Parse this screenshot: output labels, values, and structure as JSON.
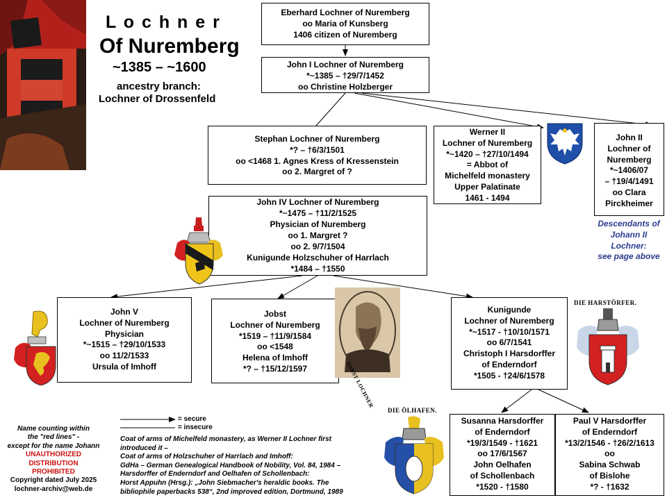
{
  "header": {
    "title_line1": "L o c h n e r",
    "title_line2": "Of  Nuremberg",
    "years": "~1385 – ~1600",
    "branch_line1": "ancestry branch:",
    "branch_line2": "Lochner of Drossenfeld"
  },
  "persons": {
    "eberhard": [
      "Eberhard Lochner of Nuremberg",
      "oo Maria of Kunsberg",
      "1406 citizen of Nuremberg"
    ],
    "john1": [
      "John I Lochner of Nuremberg",
      "*~1385 – †29/7/1452",
      "oo Christine Holzberger"
    ],
    "stephan": [
      "Stephan Lochner of Nuremberg",
      "*? – †6/3/1501",
      "oo  <1468   1. Agnes Kress  of Kressenstein",
      "oo               2. Margret of ?"
    ],
    "werner": [
      "Werner II",
      "Lochner of Nuremberg",
      "*~1420 – †27/10/1494",
      "= Abbot  of",
      "Michelfeld monastery",
      "Upper Palatinate",
      "1461 - 1494"
    ],
    "john2": [
      "John II",
      "Lochner of",
      "Nuremberg",
      "*~1406/07",
      "– †19/4/1491",
      "oo Clara",
      "Pirckheimer"
    ],
    "john4": [
      "John IV Lochner of Nuremberg",
      "*~1475 – †11/2/1525",
      "Physician of Nuremberg",
      "oo 1. Margret ?",
      "oo 2.   9/7/1504",
      "Kunigunde Holzschuher of Harrlach",
      "*1484  – †1550"
    ],
    "john5": [
      "John V",
      "Lochner of Nuremberg",
      "Physician",
      "*~1515 – †29/10/1533",
      "oo 11/2/1533",
      "Ursula of Imhoff"
    ],
    "jobst": [
      "Jobst",
      "Lochner of Nuremberg",
      "*1519 – †11/9/1584",
      "oo <1548",
      "Helena of Imhoff",
      "*? – †15/12/1597"
    ],
    "kunigunde": [
      "Kunigunde",
      "Lochner of Nuremberg",
      "*~1517 - †10/10/1571",
      "oo 6/7/1541",
      "Christoph  I Harsdorffer",
      "of Enderndorf",
      "*1505 - †24/6/1578"
    ],
    "susanna": [
      "Susanna Harsdorffer",
      "of Enderndorf",
      "*19/3/1549 - †1621",
      "oo 17/6/1567",
      "John Oelhafen",
      "of Schollenbach",
      "*1520 - †1580"
    ],
    "paul": [
      "Paul V Harsdorffer",
      "of Enderndorf",
      "*13/2/1546 - †26/2/1613",
      "oo",
      "Sabina Schwab",
      "of Bislohe",
      "*? - †1632"
    ]
  },
  "descendants_note": [
    "Descendants  of",
    "Johann II",
    "Lochner:",
    "see page above"
  ],
  "crest_labels": {
    "harstorfer": "DIE HARSTÖRFER.",
    "olhafen": "DIE ÖLHAFEN.",
    "jobst_portrait": "IOBST LOCHNER"
  },
  "legend": {
    "secure": "= secure",
    "insecure": "= insecure"
  },
  "sources": [
    "Coat of arms of Michelfeld monastery, as Werner II Lochner first",
    "introduced it –",
    "Coat of arms of Holzschuher of Harrlach and Imhoff:",
    "GdHa – German Genealogical Handbook of  Nobility, Vol. 84, 1984 –",
    "Harsdorffer of Enderndorf and Oelhafen of Schollenbach:",
    "Horst Appuhn (Hrsg.): „John Siebmacher's heraldic books. The",
    "bibliophile paperbacks 538“, 2nd improved edition, Dortmund, 1989"
  ],
  "left_note": {
    "lines": [
      "Name counting within",
      "the \"red lines\" -",
      "except for the name Johann"
    ],
    "warning": [
      "UNAUTHORIZED",
      "DISTRIBUTION",
      "PROHIBITED"
    ],
    "copyright": "Copyright  dated July 2025",
    "email": "lochner-archiv@web.de"
  },
  "colors": {
    "blue_note": "#2b3d8f",
    "warning_red": "#cc1111"
  }
}
